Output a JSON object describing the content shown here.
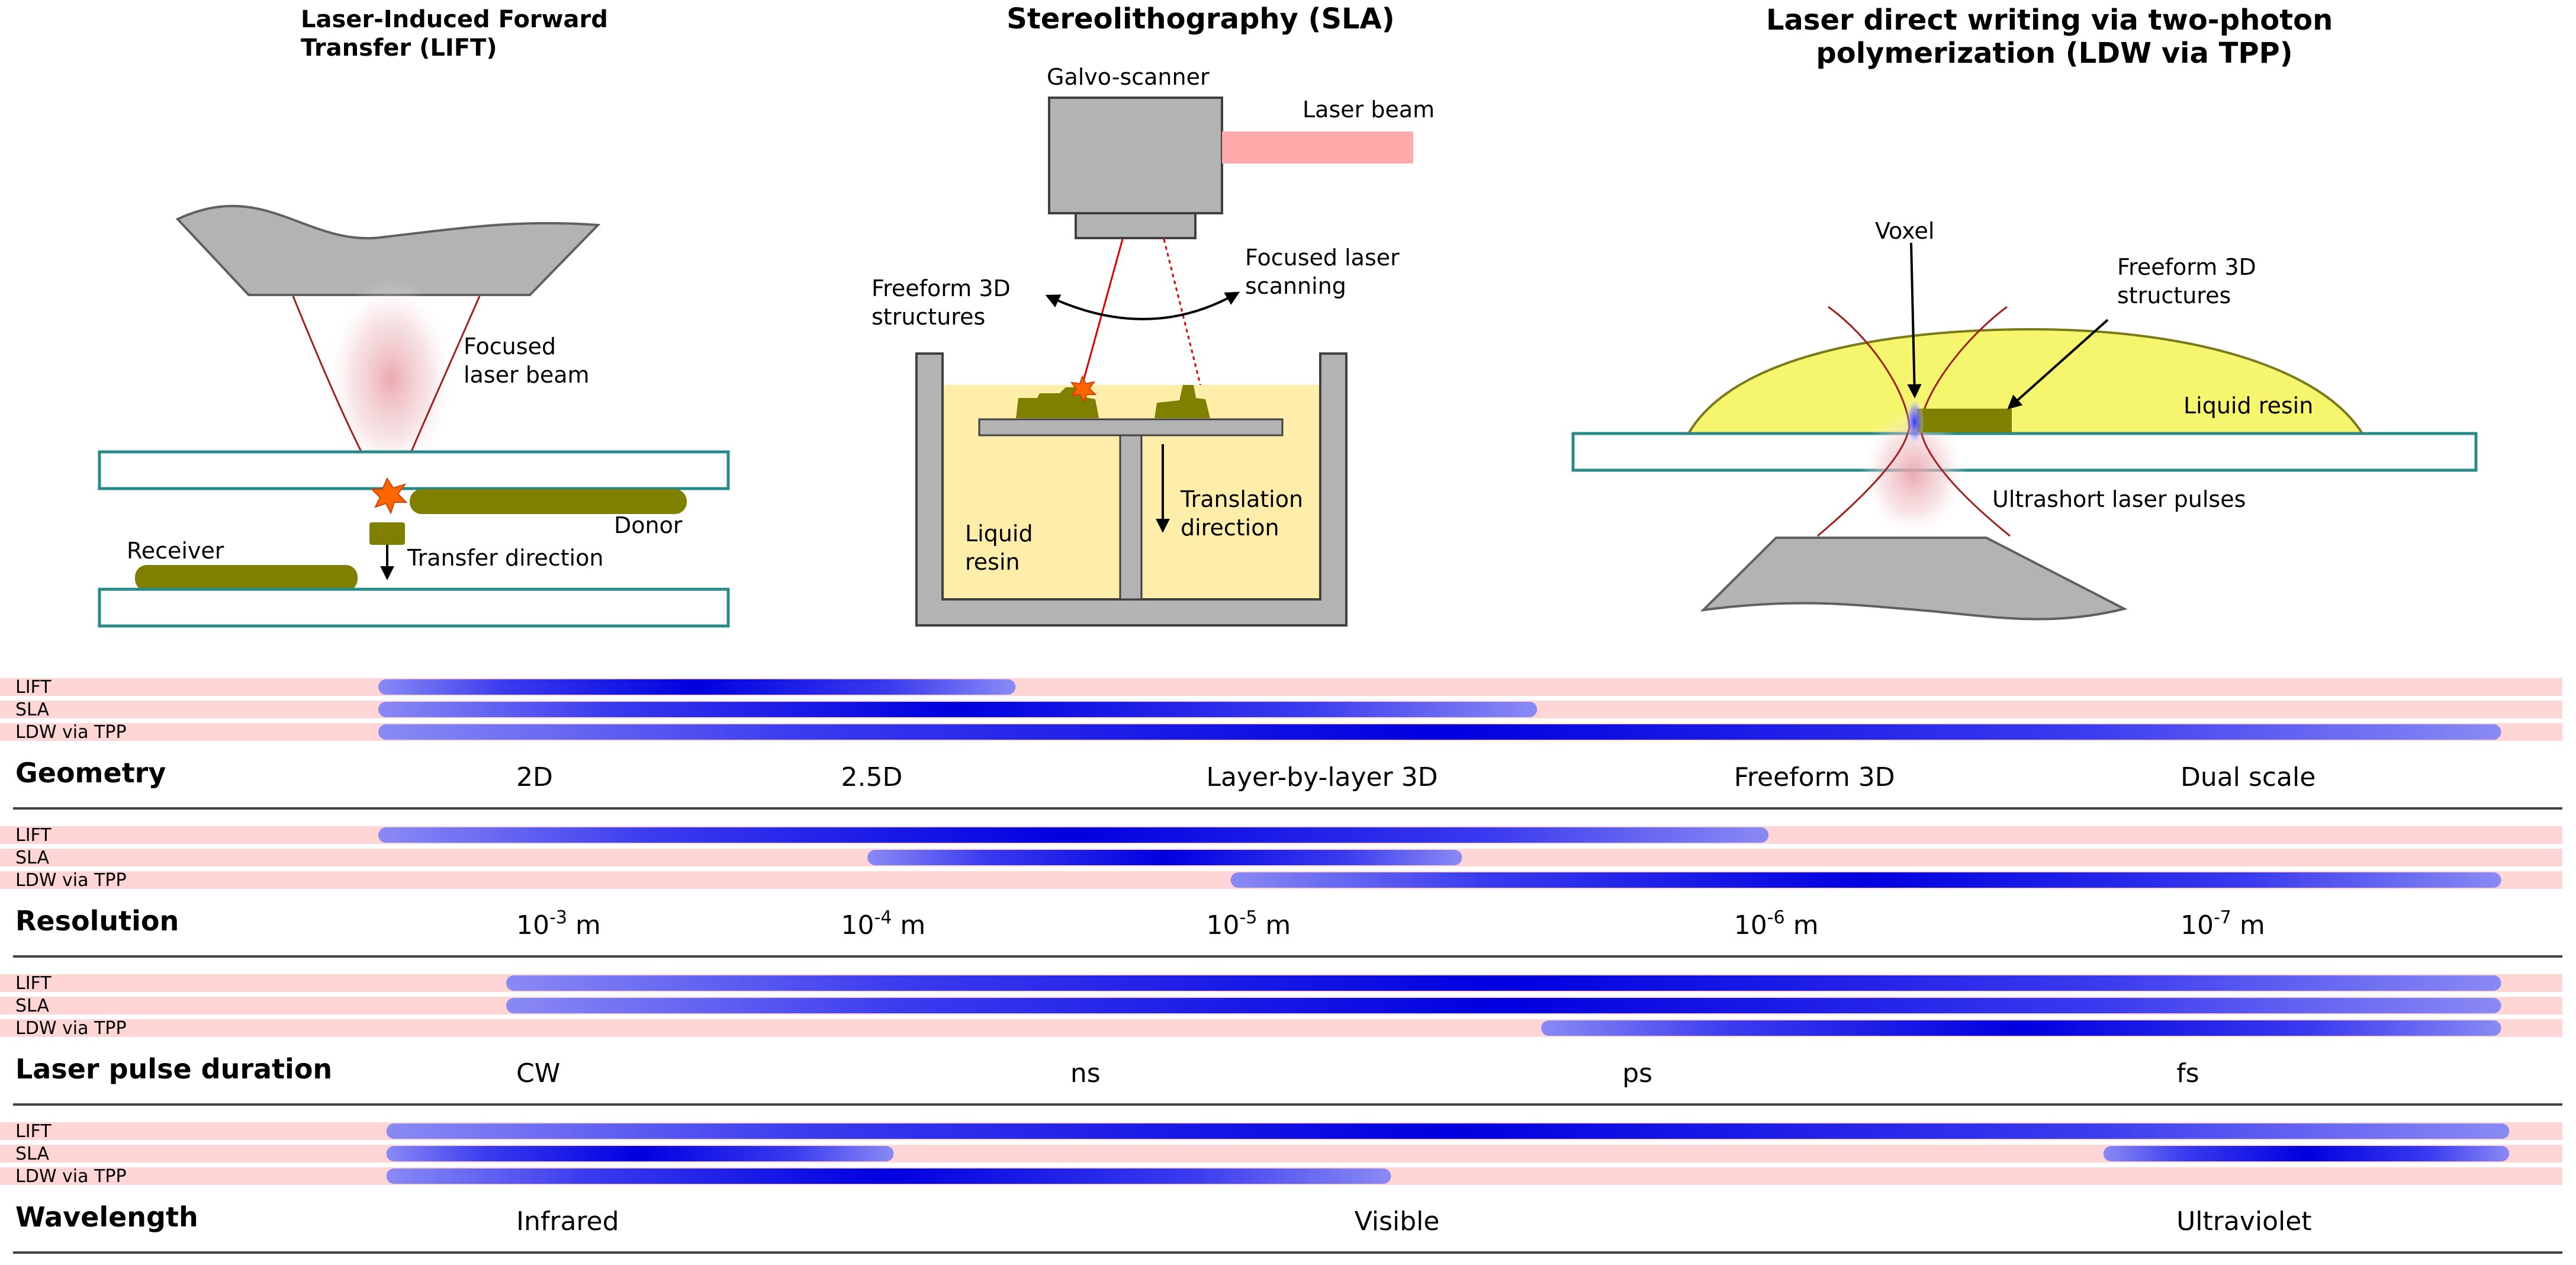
{
  "diagrams": {
    "lift": {
      "title_lines": [
        "Laser-Induced Forward",
        "Transfer (LIFT)"
      ],
      "labels": {
        "focused": [
          "Focused",
          "laser beam"
        ],
        "donor": "Donor",
        "receiver": "Receiver",
        "transfer": "Transfer direction"
      }
    },
    "sla": {
      "title": "Stereolithography (SLA)",
      "labels": {
        "galvo": "Galvo-scanner",
        "beam": "Laser beam",
        "freeform": [
          "Freeform 3D",
          "structures"
        ],
        "scanning": [
          "Focused laser",
          "scanning"
        ],
        "resin": [
          "Liquid",
          "resin"
        ],
        "translation": [
          "Translation",
          "direction"
        ]
      }
    },
    "tpp": {
      "title_lines": [
        "Laser direct writing via two-photon",
        "polymerization (LDW via TPP)"
      ],
      "labels": {
        "voxel": "Voxel",
        "freeform": [
          "Freeform 3D",
          "structures"
        ],
        "resin": "Liquid resin",
        "pulses": "Ultrashort laser pulses"
      }
    }
  },
  "comparison": {
    "methods": [
      "LIFT",
      "SLA",
      "LDW via TPP"
    ],
    "rows": [
      {
        "label": "Geometry",
        "ticks": [
          {
            "text": "2D",
            "pos": 0.0
          },
          {
            "text": "2.5D",
            "pos": 0.16
          },
          {
            "text": "Layer-by-layer 3D",
            "pos": 0.34
          },
          {
            "text": "Freeform 3D",
            "pos": 0.6
          },
          {
            "text": "Dual scale",
            "pos": 0.82
          }
        ],
        "ranges": [
          [
            -0.068,
            0.246
          ],
          [
            -0.068,
            0.503
          ],
          [
            -0.068,
            0.978
          ]
        ]
      },
      {
        "label": "Resolution",
        "ticks": [
          {
            "base": "10",
            "exp": "-3",
            "unit": " m",
            "pos": 0.0
          },
          {
            "base": "10",
            "exp": "-4",
            "unit": " m",
            "pos": 0.16
          },
          {
            "base": "10",
            "exp": "-5",
            "unit": " m",
            "pos": 0.34
          },
          {
            "base": "10",
            "exp": "-6",
            "unit": " m",
            "pos": 0.6
          },
          {
            "base": "10",
            "exp": "-7",
            "unit": " m",
            "pos": 0.82
          }
        ],
        "ranges": [
          [
            -0.068,
            0.617
          ],
          [
            0.173,
            0.466
          ],
          [
            0.352,
            0.978
          ]
        ]
      },
      {
        "label": "Laser pulse duration",
        "ticks": [
          {
            "text": "CW",
            "pos": 0.0
          },
          {
            "text": "ns",
            "pos": 0.273
          },
          {
            "text": "ps",
            "pos": 0.545
          },
          {
            "text": "fs",
            "pos": 0.818
          }
        ],
        "ranges": [
          [
            -0.005,
            0.978
          ],
          [
            -0.005,
            0.978
          ],
          [
            0.505,
            0.978
          ]
        ]
      },
      {
        "label": "Wavelength",
        "ticks": [
          {
            "text": "Infrared",
            "pos": 0.0
          },
          {
            "text": "Visible",
            "pos": 0.413
          },
          {
            "text": "Ultraviolet",
            "pos": 0.818
          }
        ],
        "ranges": [
          [
            -0.064,
            0.982
          ],
          [
            -0.064,
            0.186
          ],
          [
            0.782,
            0.982
          ],
          [
            -0.064,
            0.431
          ]
        ]
      }
    ]
  },
  "colors": {
    "gray": "#b3b3b3",
    "dark_olive": "#808000",
    "teal": "#2a8a8a",
    "resin_yellow": "#ffeeaa",
    "tpp_resin": "#f5f56e",
    "beam_pink": "#ffaaaa",
    "track_pink": "#ffd5d5",
    "bar_blue": "#0000e0"
  }
}
